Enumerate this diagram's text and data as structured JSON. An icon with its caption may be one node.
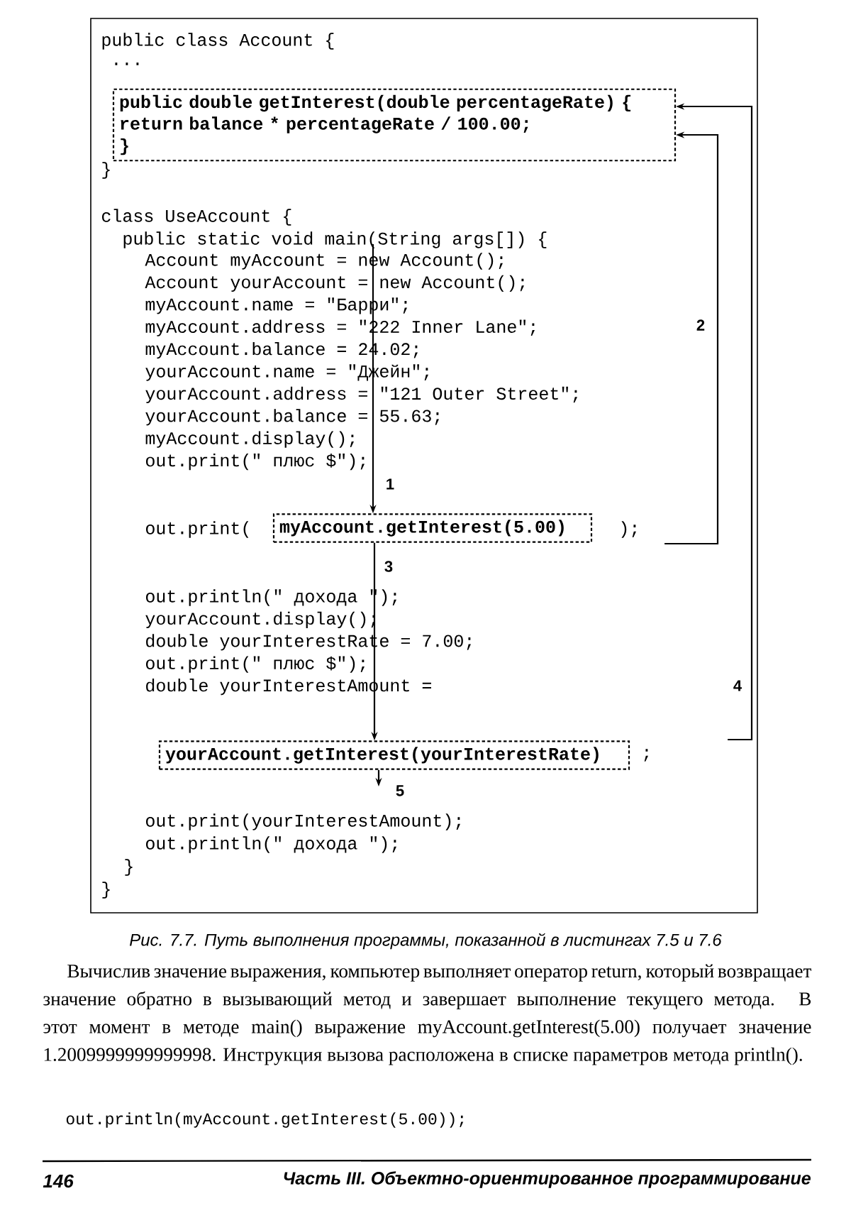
{
  "diagram": {
    "caption": "Рис. 7.7. Путь выполнения программы, показанной в листингах 7.5 и 7.6",
    "nodes": [
      {
        "text": [
          "public double getInterest(double percentageRate) {",
          "return balance * percentageRate / 100.00;",
          "}"
        ]
      },
      {
        "text": [
          "public static void main(String args[]) {"
        ]
      },
      {
        "text": [
          "myAccount.getInterest(5.00)"
        ]
      },
      {
        "text": [
          "yourAccount.getInterest(yourInterestRate)"
        ],
        "beside": [
          ";"
        ]
      }
    ],
    "edges": [
      {
        "from": 1,
        "to": 2,
        "arrow": "to",
        "label": "1"
      },
      {
        "from": 2,
        "to": 0,
        "arrow": "to",
        "label": "2"
      },
      {
        "from": 2,
        "to": 3,
        "arrow": "to",
        "label": "3"
      },
      {
        "from": 3,
        "to": 0,
        "arrow": "to",
        "label": "4"
      },
      {
        "from": 3,
        "to": null,
        "arrow": "to",
        "label": "5"
      }
    ],
    "labels": [
      "public class Account {",
      "...",
      "}",
      "class UseAccount {",
      "Account myAccount = new Account();",
      "Account yourAccount = new Account();",
      "myAccount.name = \"Барри\";",
      "myAccount.address = \"222 Inner Lane\";",
      "myAccount.balance = 24.02;",
      "yourAccount.name = \"Джейн\";",
      "yourAccount.address = \"121 Outer Street\";",
      "yourAccount.balance = 55.63;",
      "myAccount.display();",
      "out.print(\" плюс $\");",
      "out.print(",
      ");",
      "out.println(\" дохода \");",
      "yourAccount.display();",
      "double yourInterestRate = 7.00;",
      "out.print(\" плюс $\");",
      "double yourInterestAmount =",
      "out.print(yourInterestAmount);",
      "out.println(\" дохода \");",
      "}",
      "}",
      "Вычислив значение выражения, компьютер выполняет оператор return, который возвращает значение обратно в вызывающий метод и завершает выполнение текущего метода. В этот момент в методе main() выражение myAccount.getInterest(5.00) получает значение 1.2009999999999998. Инструкция вызова расположена в списке параметров метода println().",
      "out.println(myAccount.getInterest(5.00));",
      "146",
      "Часть III. Объектно-ориентированное программирование"
    ]
  }
}
